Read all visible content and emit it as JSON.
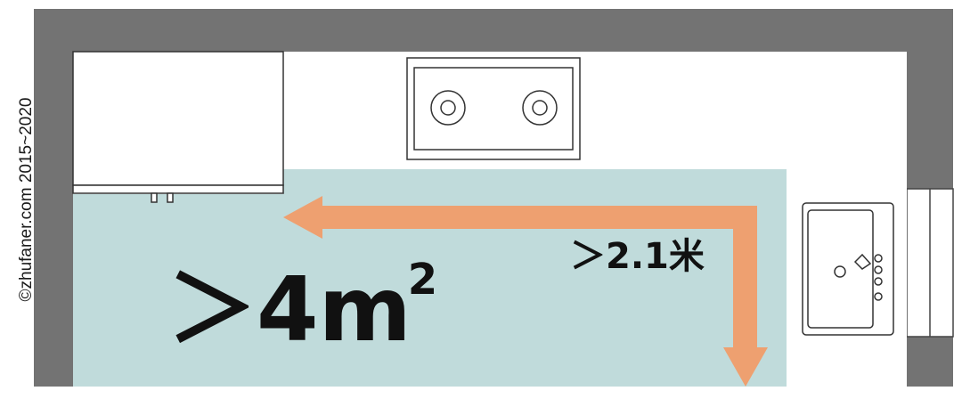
{
  "watermark": "©zhufaner.com 2015~2020",
  "area_label": {
    "prefix": "＞4m",
    "superscript": "2"
  },
  "length_label": "＞2.1米",
  "colors": {
    "wall": "#737373",
    "floor": "#c0dbdb",
    "arrow": "#eea070",
    "counter": "#ffffff",
    "outline": "#333333"
  },
  "elements": {
    "cooktop": "two-burner-stove-icon",
    "sink": "sink-icon",
    "fridge": "refrigerator-block"
  }
}
